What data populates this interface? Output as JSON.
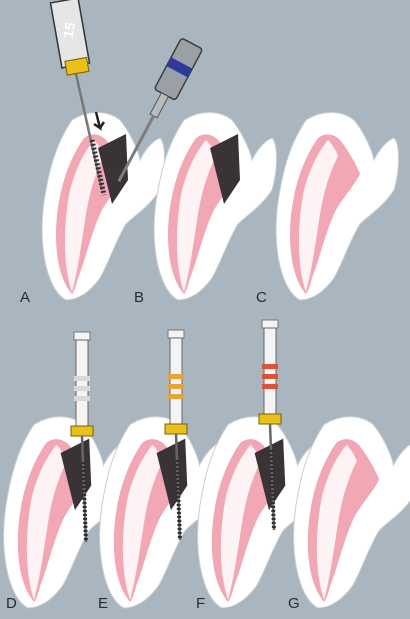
{
  "figure": {
    "background_color": "#a9b6c0",
    "tooth_fill": "#ffffff",
    "pulp_color": "#f2a7b4",
    "cavity_color": "#3a3336",
    "file_handle_white": "#f4f4f4",
    "file_stopper_yellow": "#e8c21a",
    "file_band_orange": "#e8a23a",
    "file_band_red": "#d8553a",
    "ruler_number": "15"
  },
  "panels": [
    {
      "label": "A",
      "instrument": "hand-file-with-ruler",
      "arrow": true
    },
    {
      "label": "B",
      "instrument": "rotary-file"
    },
    {
      "label": "C",
      "instrument": "none"
    },
    {
      "label": "D",
      "instrument": "hand-file-white"
    },
    {
      "label": "E",
      "instrument": "hand-file-yellow"
    },
    {
      "label": "F",
      "instrument": "hand-file-red"
    },
    {
      "label": "G",
      "instrument": "none"
    }
  ]
}
